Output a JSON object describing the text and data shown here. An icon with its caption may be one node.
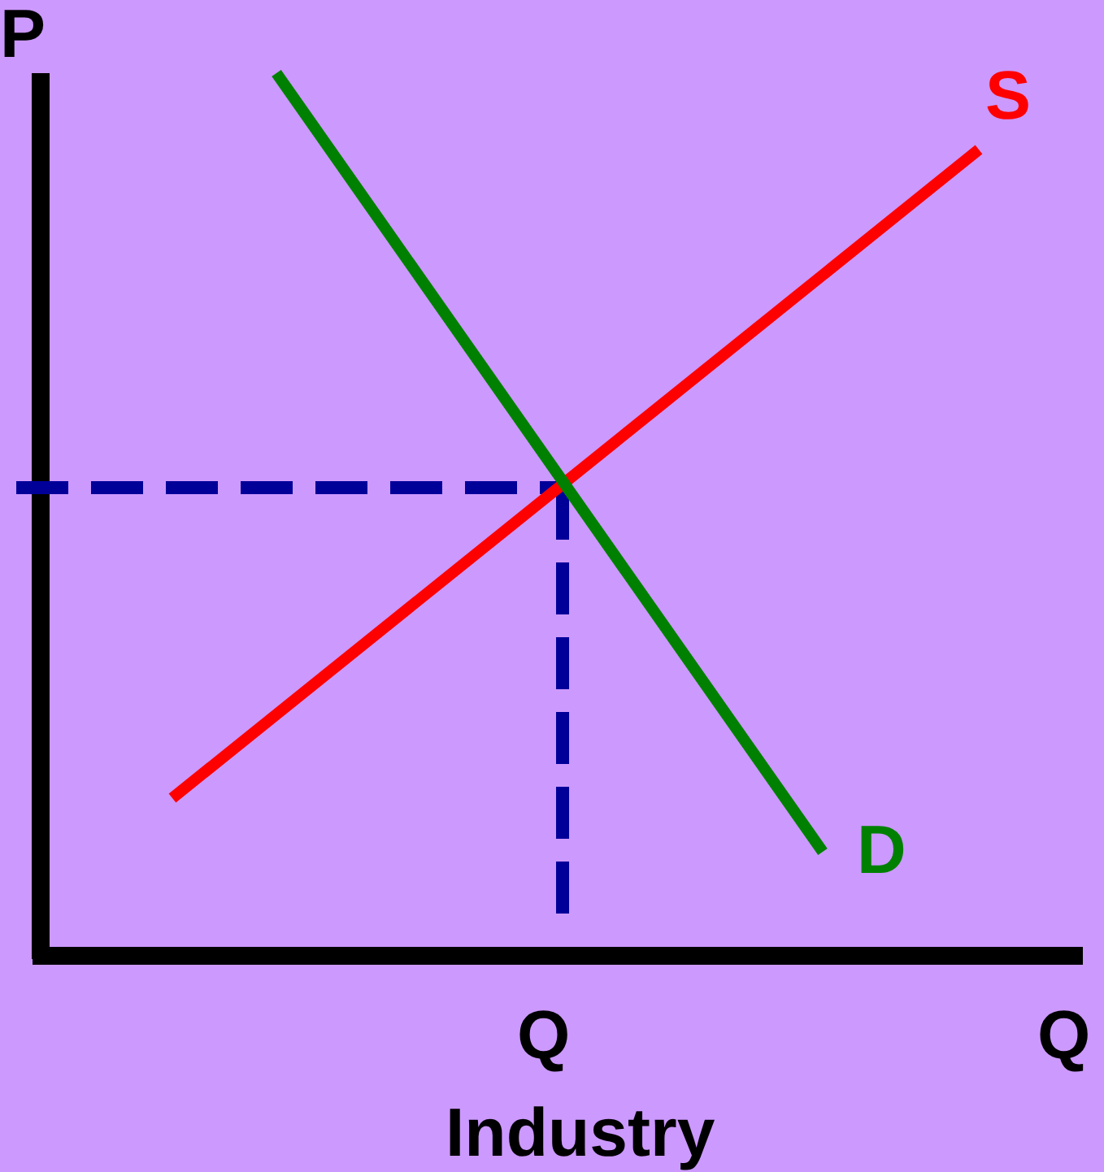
{
  "diagram": {
    "labels": [
      "P",
      "S",
      "D",
      "Q",
      "Q",
      "Industry"
    ]
  }
}
